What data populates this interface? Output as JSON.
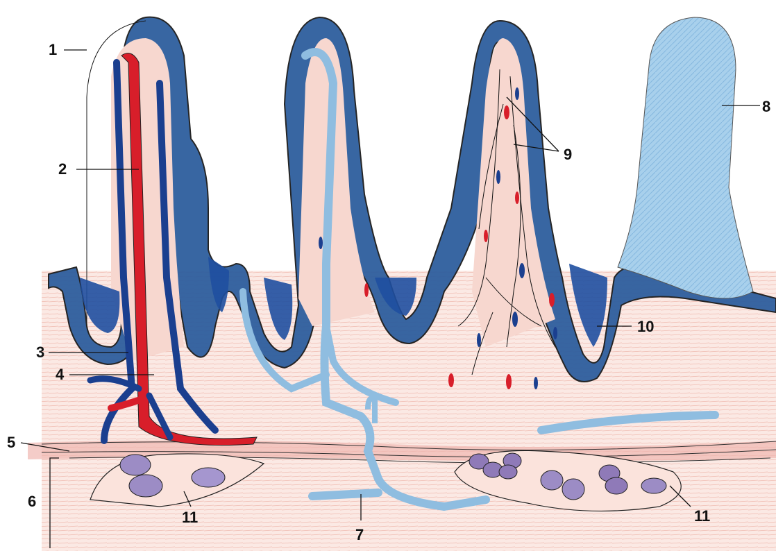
{
  "figure": {
    "labels": [
      {
        "id": "l1",
        "text": "1"
      },
      {
        "id": "l2",
        "text": "2"
      },
      {
        "id": "l3",
        "text": "3"
      },
      {
        "id": "l4",
        "text": "4"
      },
      {
        "id": "l5",
        "text": "5"
      },
      {
        "id": "l6",
        "text": "6"
      },
      {
        "id": "l7",
        "text": "7"
      },
      {
        "id": "l8",
        "text": "8"
      },
      {
        "id": "l9",
        "text": "9"
      },
      {
        "id": "l10",
        "text": "10"
      },
      {
        "id": "l11a",
        "text": "11"
      },
      {
        "id": "l11b",
        "text": "11"
      }
    ]
  },
  "colors": {
    "epithelium_outline": "#1a1a1a",
    "epithelium_fill": "#2e5e9e",
    "crypt_blue": "#1f4fa0",
    "lamina_pink": "#f2c4b8",
    "artery_red": "#d81e2a",
    "vein_blue": "#1b3f8f",
    "lacteal_lightblue": "#8fbde0",
    "villus_detached": "#9cc8e8",
    "gland_purple": "#8f7ab8"
  }
}
